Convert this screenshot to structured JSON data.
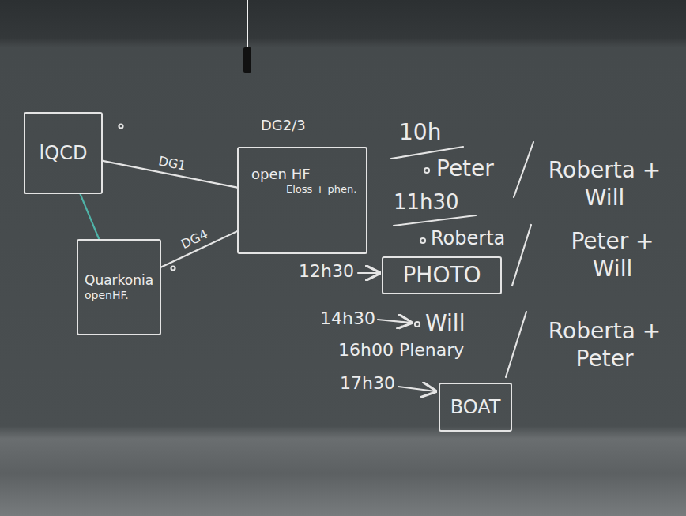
{
  "diagram": {
    "nodes": [
      {
        "text": [
          "lQCD"
        ]
      },
      {
        "text": [
          "DG2/3",
          "open HF",
          "Eloss + phen."
        ]
      },
      {
        "text": [
          "Quarkonia",
          "openHF."
        ]
      },
      {
        "text": [
          "PHOTO"
        ]
      },
      {
        "text": [
          "BOAT"
        ]
      }
    ],
    "edges": [
      {
        "from": 0,
        "to": 1,
        "label": "DG1",
        "arrow": "none"
      },
      {
        "from": 0,
        "to": 2,
        "arrow": "none"
      },
      {
        "from": 2,
        "to": 1,
        "label": "DG4",
        "arrow": "none"
      }
    ],
    "labels": [
      "10h",
      "Peter",
      "Roberta + Will",
      "11h30",
      "Roberta",
      "Peter + Will",
      "12h30",
      "14h30",
      "Will",
      "Roberta + Peter",
      "16h00 Plenary",
      "17h30"
    ]
  }
}
